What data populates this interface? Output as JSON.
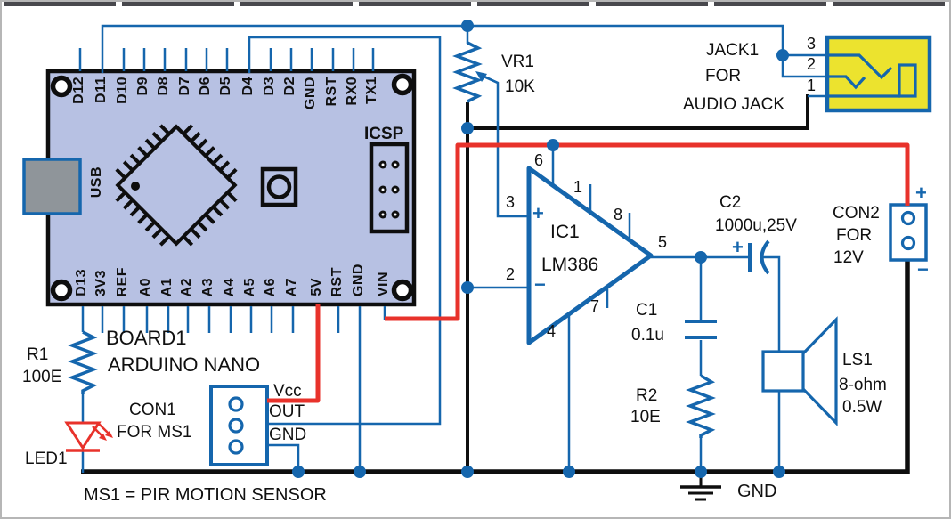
{
  "note": "MS1 = PIR MOTION SENSOR",
  "board": {
    "ref": "BOARD1",
    "name": "ARDUINO NANO",
    "usb": "USB",
    "icsp": "ICSP",
    "pins_top": [
      "D12",
      "D11",
      "D10",
      "D9",
      "D8",
      "D7",
      "D6",
      "D5",
      "D4",
      "D3",
      "D2",
      "GND",
      "RST",
      "RX0",
      "TX1"
    ],
    "pins_bottom": [
      "D13",
      "3V3",
      "REF",
      "A0",
      "A1",
      "A2",
      "A3",
      "A4",
      "A5",
      "A6",
      "A7",
      "5V",
      "RST",
      "GND",
      "VIN"
    ]
  },
  "vr1": {
    "ref": "VR1",
    "value": "10K"
  },
  "r1": {
    "ref": "R1",
    "value": "100E"
  },
  "led1": {
    "ref": "LED1"
  },
  "con1": {
    "ref": "CON1",
    "desc": "FOR MS1",
    "pin_vcc": "Vcc",
    "pin_out": "OUT",
    "pin_gnd": "GND"
  },
  "ic1": {
    "ref": "IC1",
    "part": "LM386",
    "plus": "+",
    "minus": "−",
    "p1": "1",
    "p2": "2",
    "p3": "3",
    "p4": "4",
    "p5": "5",
    "p6": "6",
    "p7": "7",
    "p8": "8"
  },
  "c1": {
    "ref": "C1",
    "value": "0.1u"
  },
  "c2": {
    "ref": "C2",
    "value": "1000u,25V",
    "plus": "+"
  },
  "r2": {
    "ref": "R2",
    "value": "10E"
  },
  "ls1": {
    "ref": "LS1",
    "value1": "8-ohm",
    "value2": "0.5W"
  },
  "con2": {
    "ref": "CON2",
    "desc1": "FOR",
    "desc2": "12V",
    "plus": "+",
    "minus": "−"
  },
  "jack1": {
    "line1": "JACK1",
    "line2": "FOR",
    "line3": "AUDIO JACK",
    "pin3": "3",
    "pin2": "2",
    "pin1": "1"
  },
  "gnd_label": "GND",
  "colors": {
    "wire_blue": "#1566ad",
    "wire_red": "#e8322b",
    "wire_black": "#0e0e0e",
    "board_fill": "#b7c1e3",
    "jack_fill": "#ece32e"
  }
}
